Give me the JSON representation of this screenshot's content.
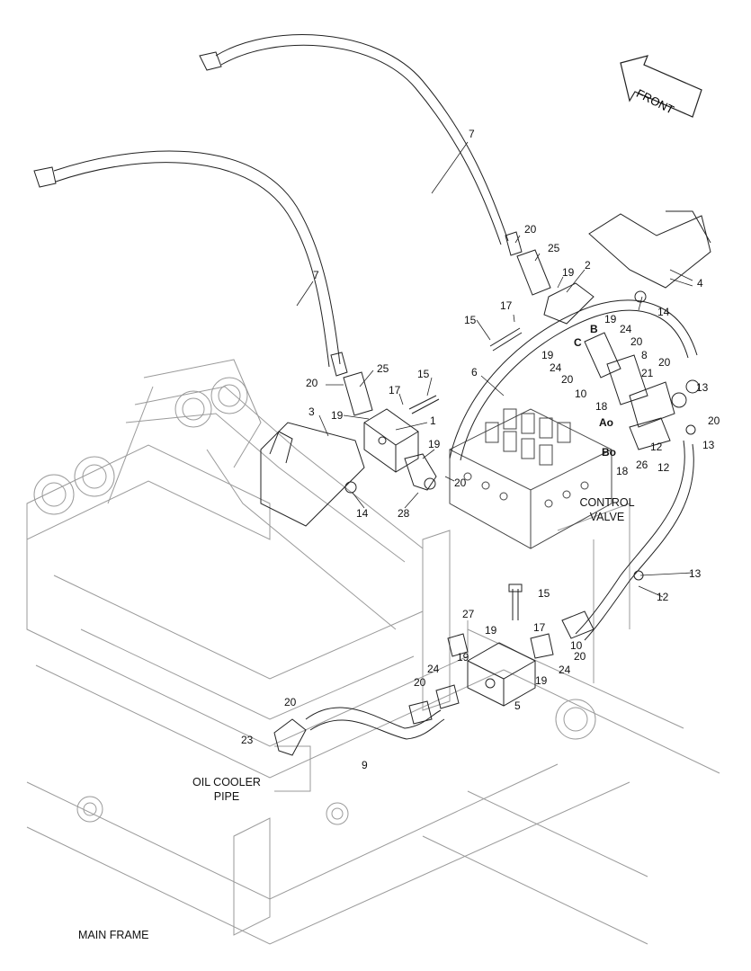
{
  "diagram": {
    "direction_label": "FRONT",
    "captions": {
      "control_valve_line1": "CONTROL",
      "control_valve_line2": "VALVE",
      "oil_cooler_line1": "OIL COOLER",
      "oil_cooler_line2": "PIPE",
      "main_frame": "MAIN FRAME"
    },
    "port_tags": [
      "B",
      "C",
      "Ao",
      "Bo"
    ],
    "callouts": [
      "7",
      "7",
      "20",
      "25",
      "19",
      "2",
      "4",
      "14",
      "17",
      "15",
      "6",
      "19",
      "24",
      "B",
      "C",
      "19",
      "20",
      "8",
      "24",
      "20",
      "21",
      "20",
      "10",
      "13",
      "18",
      "20",
      "Ao",
      "12",
      "13",
      "Bo",
      "18",
      "26",
      "12",
      "15",
      "20",
      "25",
      "17",
      "19",
      "3",
      "1",
      "19",
      "20",
      "14",
      "28",
      "13",
      "12",
      "15",
      "27",
      "19",
      "17",
      "10",
      "24",
      "19",
      "20",
      "20",
      "24",
      "5",
      "19",
      "20",
      "23",
      "9"
    ]
  }
}
